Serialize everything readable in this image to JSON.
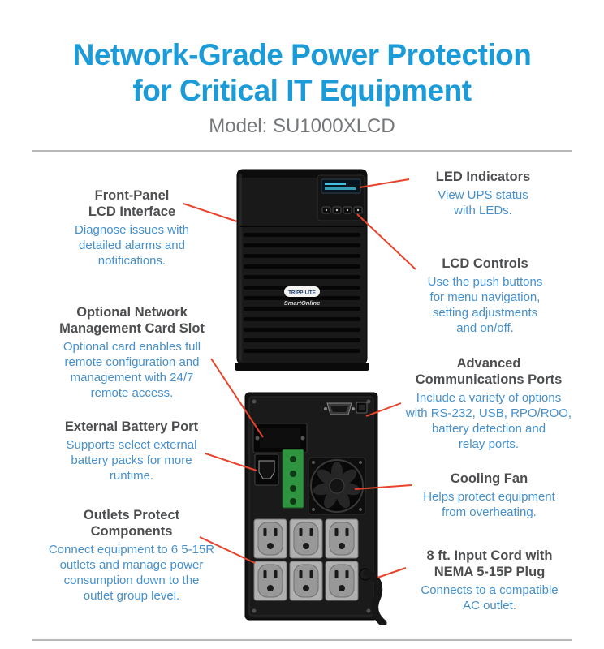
{
  "header": {
    "title": "Network-Grade Power Protection\nfor Critical IT Equipment",
    "model": "Model: SU1000XLCD"
  },
  "product": {
    "front_logo": "TRIPP·LITE",
    "front_series": "SmartOnline"
  },
  "callouts": {
    "left": [
      {
        "id": "front-panel-lcd-interface",
        "heading": "Front-Panel\nLCD Interface",
        "body": "Diagnose issues with\ndetailed alarms and\nnotifications."
      },
      {
        "id": "network-management-card-slot",
        "heading": "Optional Network\nManagement Card Slot",
        "body": "Optional card enables full\nremote configuration and\nmanagement with 24/7\nremote access."
      },
      {
        "id": "external-battery-port",
        "heading": "External Battery Port",
        "body": "Supports select external\nbattery packs for more\nruntime."
      },
      {
        "id": "outlets-protect-components",
        "heading": "Outlets Protect\nComponents",
        "body": "Connect equipment to 6 5-15R\noutlets and manage power\nconsumption down to the\noutlet group level."
      }
    ],
    "right": [
      {
        "id": "led-indicators",
        "heading": "LED Indicators",
        "body": "View UPS status\nwith LEDs."
      },
      {
        "id": "lcd-controls",
        "heading": "LCD Controls",
        "body": "Use the push buttons\nfor menu navigation,\nsetting adjustments\nand on/off."
      },
      {
        "id": "advanced-communications-ports",
        "heading": "Advanced\nCommunications Ports",
        "body": "Include a variety of options\nwith RS-232, USB, RPO/ROO,\nbattery detection and\nrelay ports."
      },
      {
        "id": "cooling-fan",
        "heading": "Cooling Fan",
        "body": "Helps protect equipment\nfrom overheating."
      },
      {
        "id": "input-cord",
        "heading": "8 ft. Input Cord with\nNEMA 5-15P Plug",
        "body": "Connects to a compatible\nAC outlet."
      }
    ]
  },
  "colors": {
    "title-blue": "#1b9cd8",
    "body-blue": "#4690cc",
    "heading-gray": "#4d4e50",
    "model-gray": "#75787b",
    "callout-red": "#e8432b",
    "divider-gray": "#b6b8ba"
  }
}
